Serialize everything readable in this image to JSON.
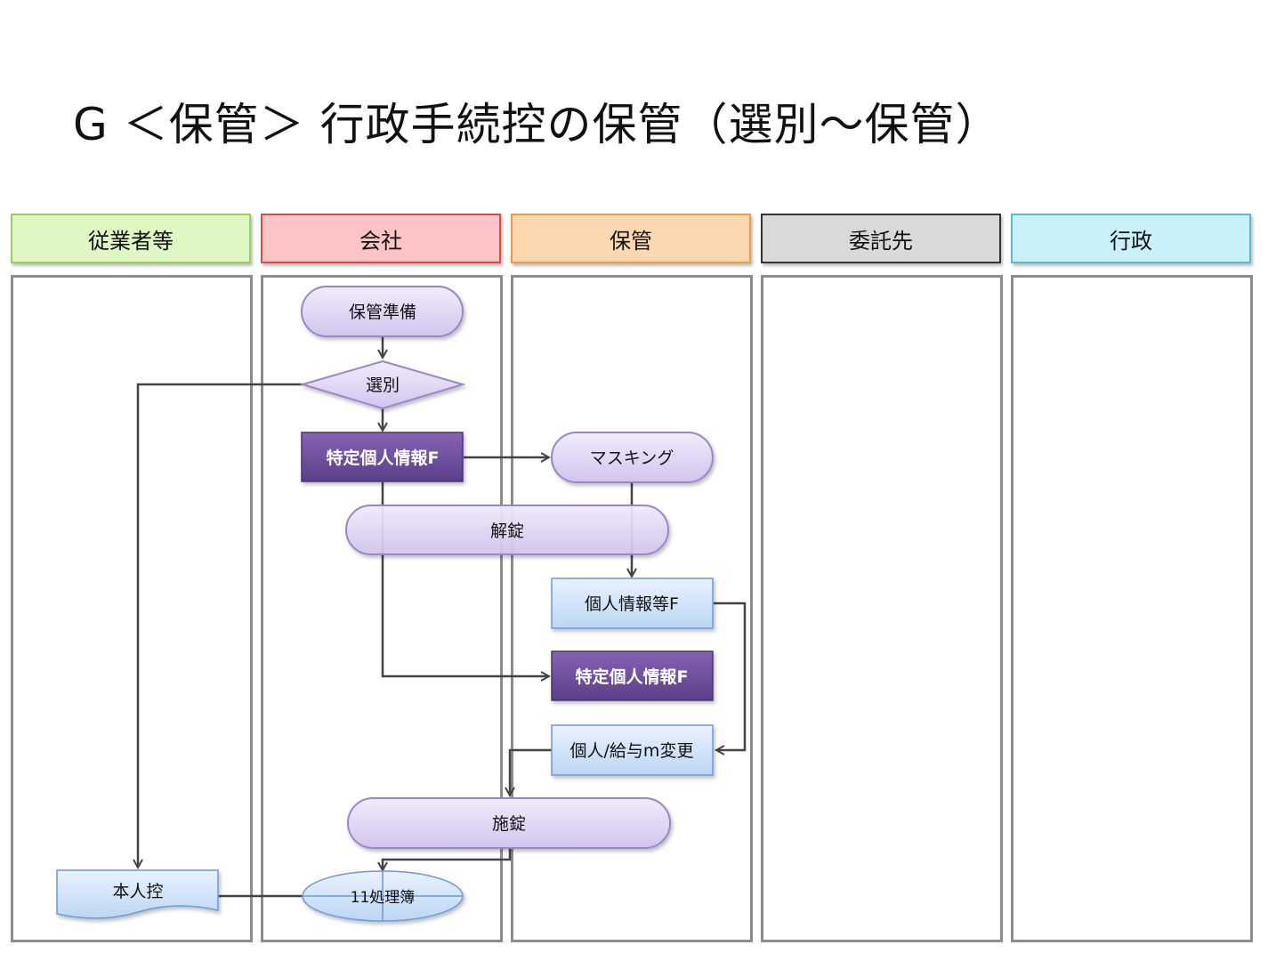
{
  "title": "G ＜保管＞ 行政手続控の保管（選別～保管）",
  "lanes": [
    {
      "label": "従業者等",
      "fill": "#dff7c2",
      "border": "#9ccc5c"
    },
    {
      "label": "会社",
      "fill": "#fcc4c4",
      "border": "#d94c4c"
    },
    {
      "label": "保管",
      "fill": "#fcd7b0",
      "border": "#ee9a48"
    },
    {
      "label": "委託先",
      "fill": "#d9d9d9",
      "border": "#333333"
    },
    {
      "label": "行政",
      "fill": "#c8f1fa",
      "border": "#55bcd3"
    }
  ],
  "nodes": {
    "prep": "保管準備",
    "select": "選別",
    "specific1": "特定個人情報F",
    "masking": "マスキング",
    "unlock": "解錠",
    "personal": "個人情報等F",
    "specific2": "特定個人情報F",
    "salary": "個人/給与m変更",
    "lock": "施錠",
    "copy": "本人控",
    "ledger": "11処理簿"
  },
  "colors": {
    "purple_light": "#e0d6f4",
    "purple_dark": "#6a4c98",
    "blue_light": "#d4e6fa",
    "connector": "#444444"
  }
}
